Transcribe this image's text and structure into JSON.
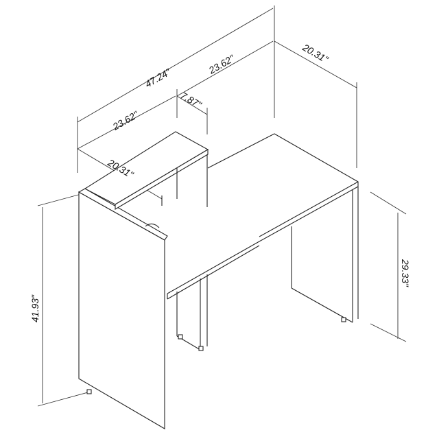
{
  "dimensions": {
    "total_width": "47.24\"",
    "right_width": "23.62\"",
    "left_width": "23.62\"",
    "hutch_depth": "7.87\"",
    "desk_depth": "20.31\"",
    "return_depth": "20.31\"",
    "overall_height": "41.93\"",
    "desk_height": "29.33\""
  }
}
